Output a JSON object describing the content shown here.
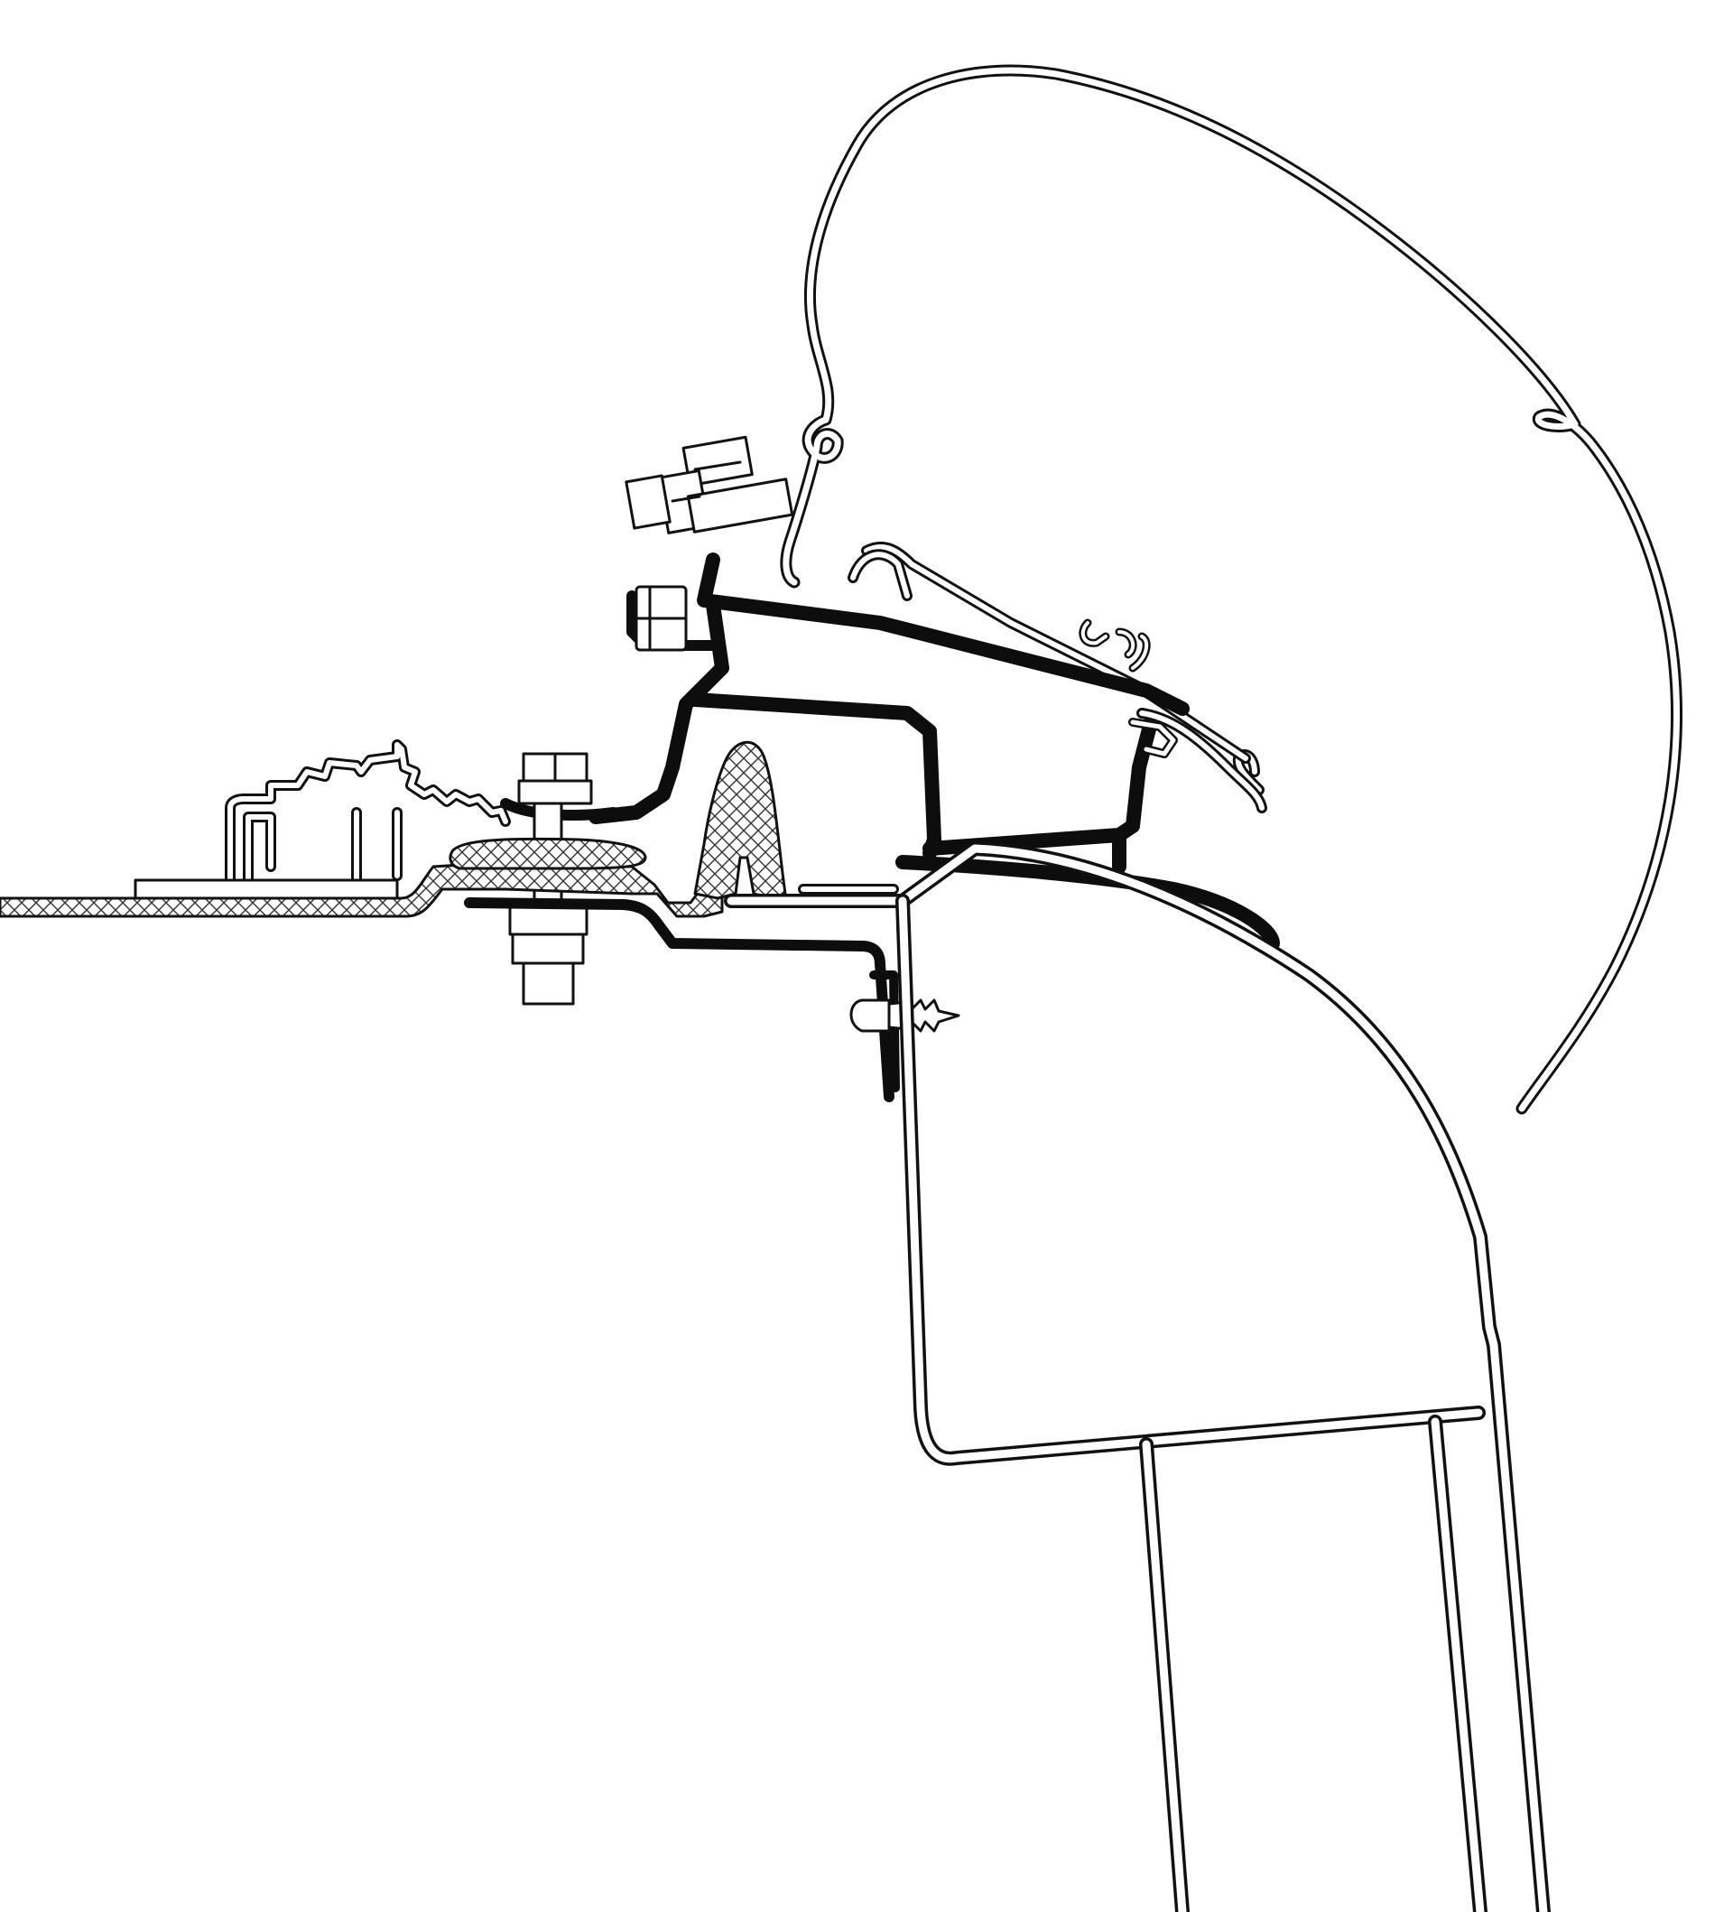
{
  "diagram": {
    "kind": "technical cross-section line drawing",
    "labels": [],
    "colors": {
      "line": "#111111",
      "solid_profile": "#0d0d0d",
      "background": "#ffffff"
    },
    "parts": [
      "awning-canopy-housing",
      "mounting-adapter-profile",
      "hex-bolt",
      "roof-rail-profile",
      "rubber-seal",
      "roof-panel",
      "vehicle-body-frame",
      "self-tapping-screw"
    ]
  }
}
